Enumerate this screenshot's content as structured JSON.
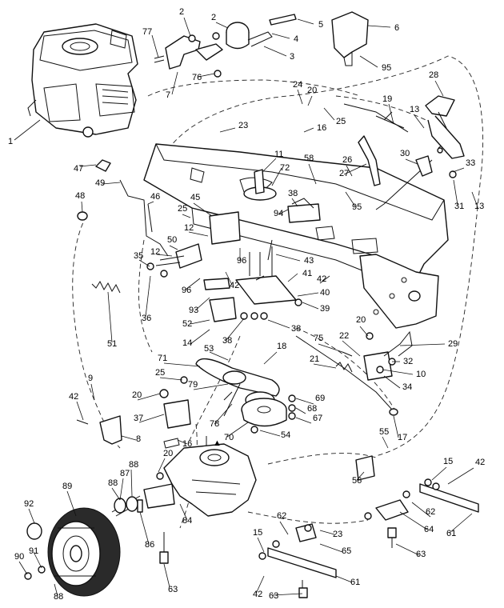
{
  "diagram": {
    "callouts": [
      "1",
      "2",
      "2",
      "3",
      "4",
      "5",
      "6",
      "77",
      "76",
      "7",
      "95",
      "24",
      "20",
      "25",
      "28",
      "19",
      "13",
      "16",
      "23",
      "47",
      "11",
      "72",
      "58",
      "26",
      "27",
      "30",
      "33",
      "31",
      "13",
      "48",
      "49",
      "46",
      "38",
      "94",
      "95",
      "45",
      "25",
      "12",
      "96",
      "12",
      "50",
      "35",
      "42",
      "96",
      "43",
      "41",
      "42",
      "40",
      "93",
      "36",
      "51",
      "52",
      "39",
      "14",
      "38",
      "38",
      "20",
      "75",
      "22",
      "29",
      "53",
      "71",
      "18",
      "21",
      "32",
      "10",
      "25",
      "79",
      "34",
      "20",
      "69",
      "68",
      "67",
      "9",
      "42",
      "37",
      "78",
      "70",
      "54",
      "8",
      "16",
      "55",
      "17",
      "20",
      "88",
      "87",
      "15",
      "42",
      "89",
      "88",
      "86",
      "84",
      "56",
      "92",
      "62",
      "64",
      "61",
      "91",
      "90",
      "88",
      "63",
      "15",
      "62",
      "65",
      "23",
      "63",
      "42",
      "63",
      "61"
    ],
    "arrow_label": "▲"
  }
}
